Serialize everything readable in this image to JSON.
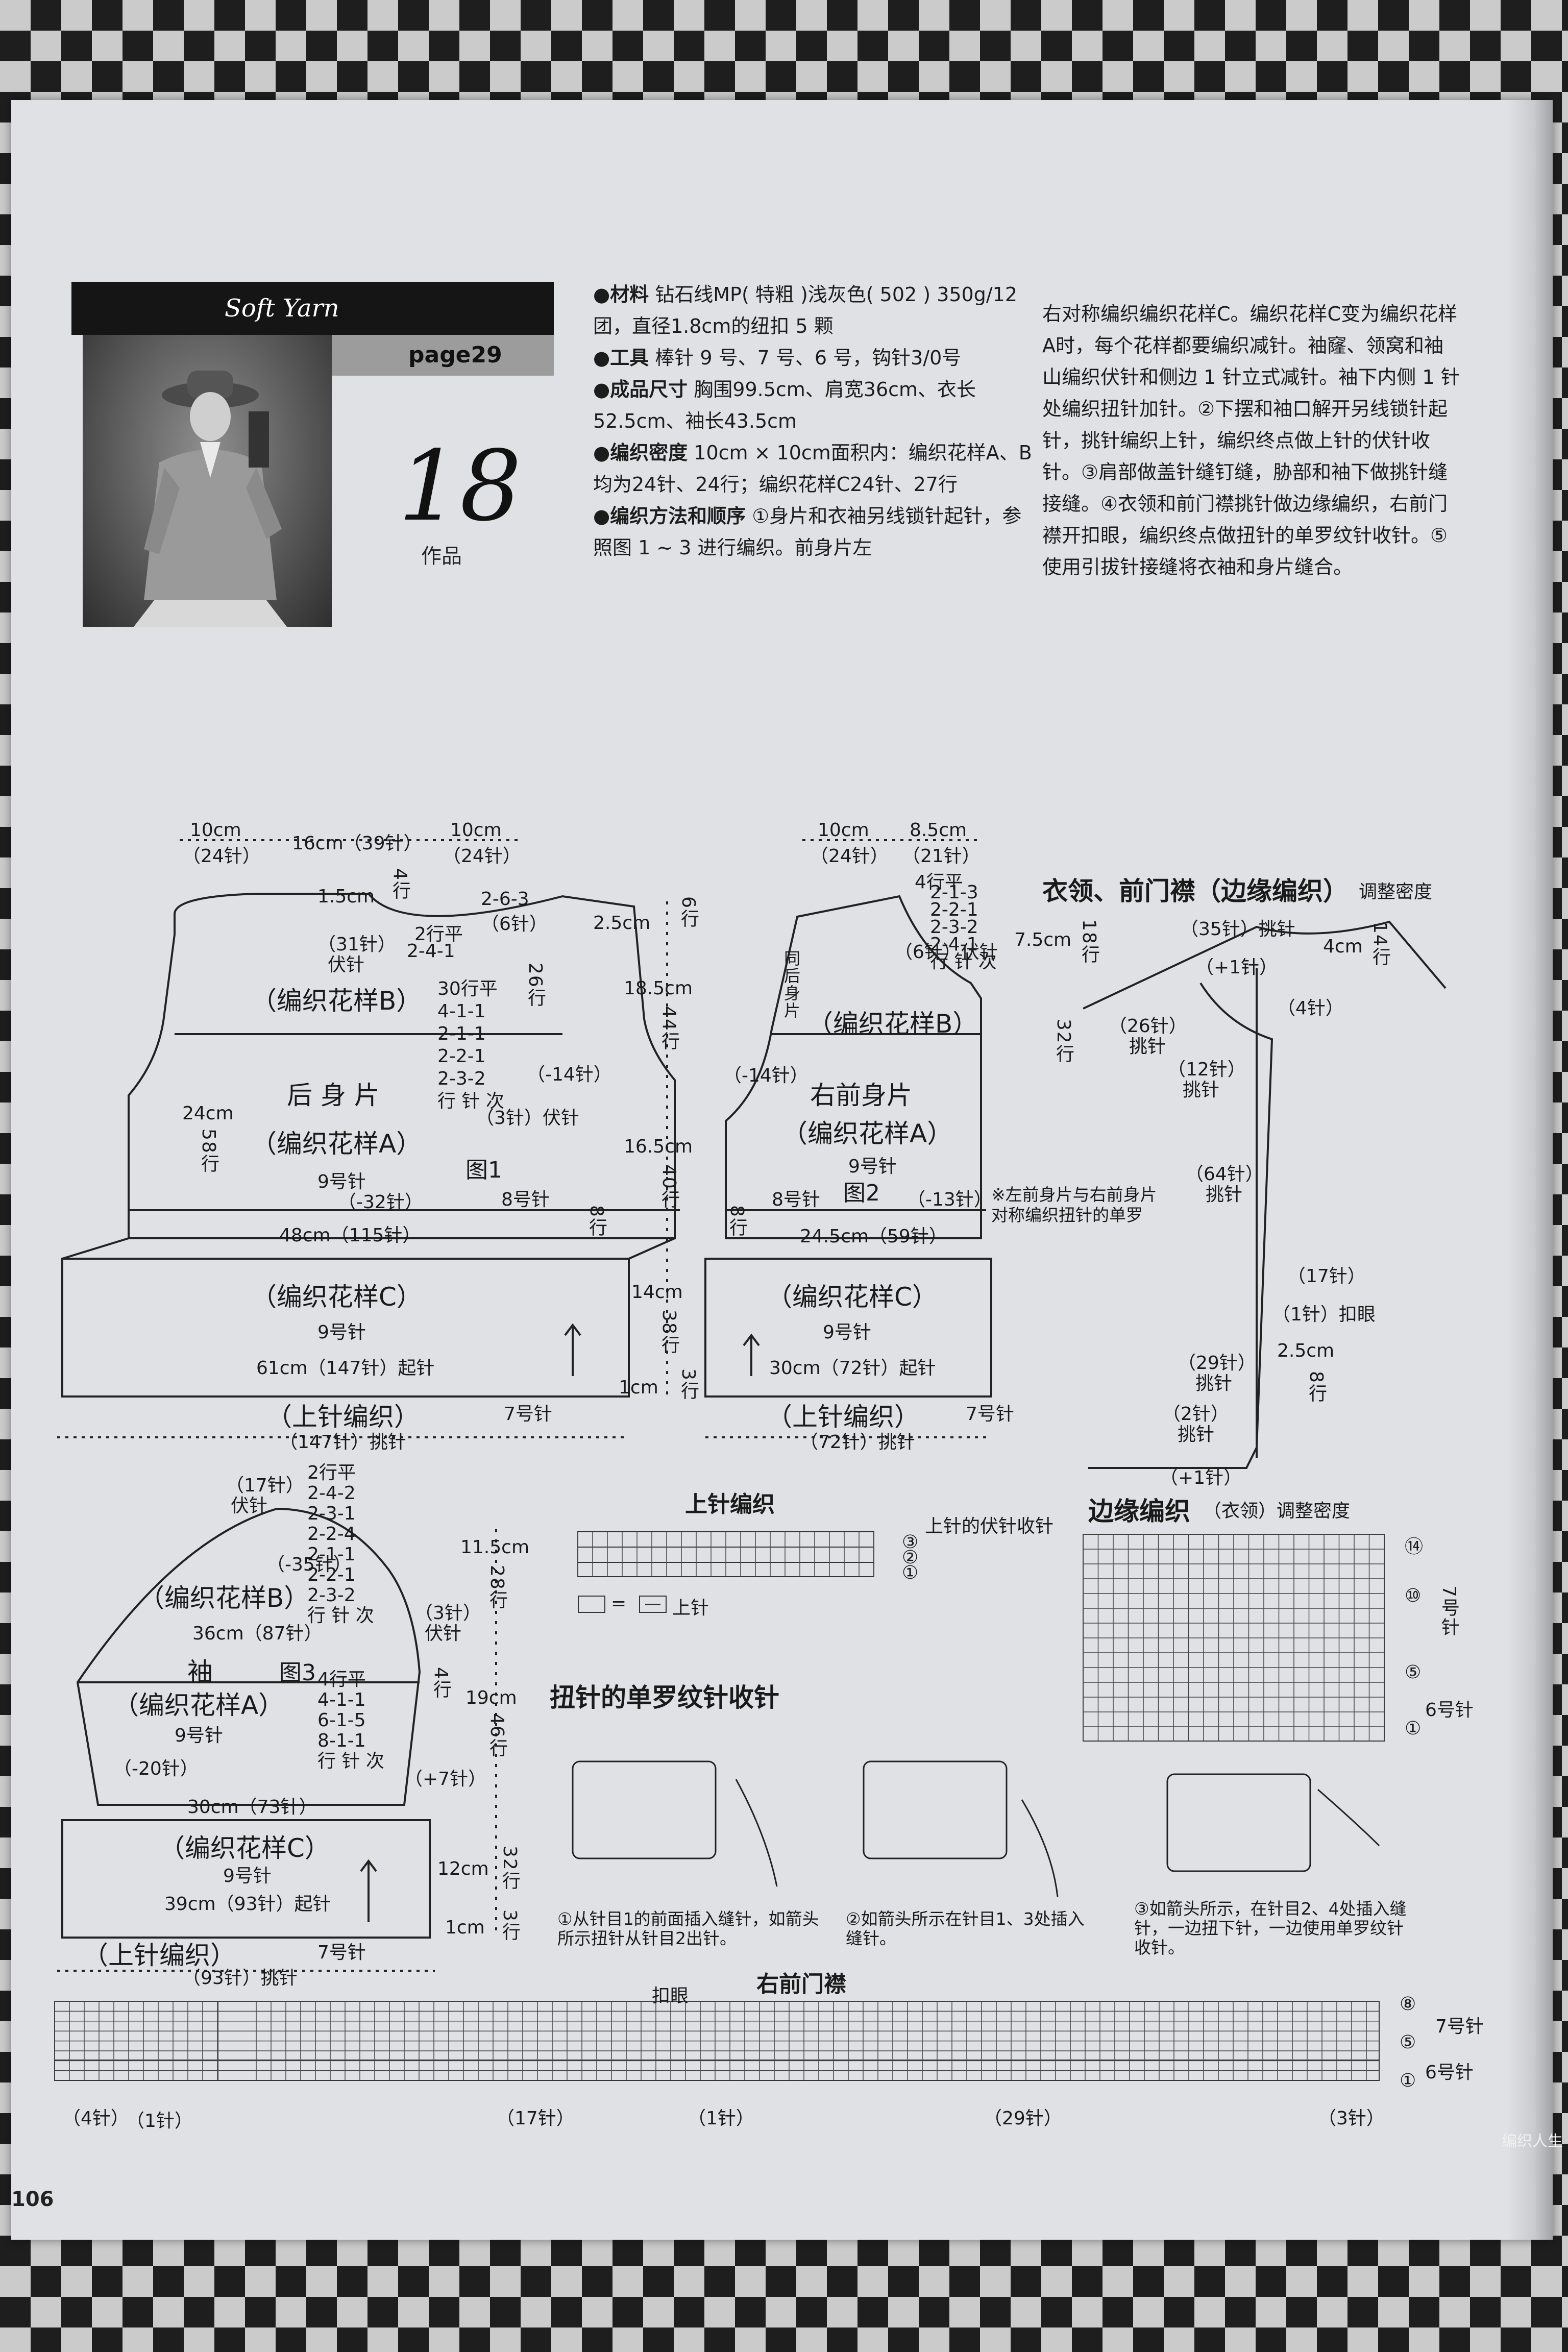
{
  "header": {
    "brand": "Soft Yarn",
    "page_ref": "page29",
    "work_number": "18",
    "work_label": "作品"
  },
  "instructions": {
    "materials_label": "●材料",
    "materials": "钻石线MP( 特粗 )浅灰色( 502 ) 350g/12团，直径1.8cm的纽扣 5 颗",
    "tools_label": "●工具",
    "tools": "棒针 9 号、7 号、6 号，钩针3/0号",
    "size_label": "●成品尺寸",
    "size": "胸围99.5cm、肩宽36cm、衣长52.5cm、袖长43.5cm",
    "gauge_label": "●编织密度",
    "gauge": "10cm × 10cm面积内：编织花样A、B均为24针、24行；编织花样C24针、27行",
    "method_label": "●编织方法和顺序",
    "method_1": "①身片和衣袖另线锁针起针，参照图 1 ~ 3 进行编织。前身片左",
    "method_2": "右对称编织编织花样C。编织花样C变为编织花样A时，每个花样都要编织减针。袖窿、领窝和袖山编织伏针和侧边 1 针立式减针。袖下内侧 1 针处编织扭针加针。②下摆和袖口解开另线锁针起针，挑针编织上针，编织终点做上针的伏针收针。③肩部做盖针缝钉缝，胁部和袖下做挑针缝接缝。④衣领和前门襟挑针做边缘编织，右前门襟开扣眼，编织终点做扭针的单罗纹针收针。⑤使用引拔针接缝将衣袖和身片缝合。"
  },
  "fig1": {
    "top_left": "10cm",
    "top_left_st": "（24针）",
    "top_mid": "16cm（39针）",
    "top_right": "10cm",
    "top_right_st": "（24针）",
    "neck_depth": "1.5cm",
    "neck_rows": "4行",
    "neck_bind": "（31针）",
    "neck_bind2": "伏针",
    "neck_dec_a": "2行平",
    "neck_dec_b": "2-4-1",
    "shoulder_a": "2-6-3",
    "shoulder_b": "（6针）",
    "shoulder_rows": "26行",
    "pattern_b": "（编织花样B）",
    "arm_dec": "30行平\n4-1-1\n2-1-1\n2-2-1\n2-3-2\n行 针 次",
    "arm_dec_st": "（-14针）",
    "arm_bind": "（3针）伏针",
    "title": "后 身 片",
    "pattern_a": "（编织花样A）",
    "needle9": "9号针",
    "fig_label": "图1",
    "side_h": "24cm",
    "side_rows": "58行",
    "dec32": "（-32针）",
    "needle8": "8号针",
    "rows8": "8行",
    "width48": "48cm（115针）",
    "pattern_c": "（编织花样C）",
    "needle9c": "9号针",
    "cast_on": "61cm（147针）起针",
    "purl": "（上针编织）",
    "needle7": "7号针",
    "pickup": "（147针）挑针"
  },
  "fig2": {
    "top_left": "10cm",
    "top_left_st": "（24针）",
    "top_right": "8.5cm",
    "top_right_st": "（21针）",
    "neck_rows": "4行平",
    "neck_dec": "2-1-3\n2-2-1\n2-3-2\n2-4-1\n行 针 次",
    "neck_bind": "（6针）伏针",
    "back_same": "同后身片",
    "pattern_b": "（编织花样B）",
    "arm_dec_st": "（-14针）",
    "title": "右前身片",
    "pattern_a": "（编织花样A）",
    "needle9": "9号针",
    "fig_label": "图2",
    "needle8": "8号针",
    "dec13": "（-13针）",
    "rows8": "8行",
    "width": "24.5cm（59针）",
    "pattern_c": "（编织花样C）",
    "needle9c": "9号针",
    "cast_on": "30cm（72针）起针",
    "purl": "（上针编织）",
    "needle7": "7号针",
    "pickup": "（72针）挑针"
  },
  "vert_scale": {
    "a": "2.5cm",
    "a_rows": "6行",
    "b": "18.5cm",
    "b_rows": "44行",
    "c": "16.5cm",
    "c_rows": "40行",
    "d": "14cm",
    "d_rows": "38行",
    "e": "1cm",
    "e_rows": "3行"
  },
  "collar": {
    "title": "衣领、前门襟",
    "subtitle": "（边缘编织）",
    "note_adj": "调整密度",
    "top_st": "（35针）挑针",
    "side_cm": "7.5cm",
    "side_rows": "18行",
    "plus1": "（+1针）",
    "neck_cm": "4cm",
    "neck_rows": "14行",
    "st4": "（4针）",
    "st26": "（26针）",
    "st26_b": "挑针",
    "st12": "（12针）",
    "st12_b": "挑针",
    "rows32": "32行",
    "note": "※左前身片与右前身片\n对称编织扭针的单罗",
    "st64": "（64针）",
    "st64_b": "挑针",
    "st17": "（17针）",
    "buttonhole": "（1针）扣眼",
    "st29": "（29针）",
    "st29_b": "挑针",
    "cm25": "2.5cm",
    "rows8": "8行",
    "st2": "（2针）",
    "st2_b": "挑针",
    "plus1_bottom": "（+1针）"
  },
  "purl_chart": {
    "title": "上针编织",
    "bind_note": "上针的伏针收针",
    "legend": "= ",
    "legend_label": "上针",
    "r3": "③",
    "r2": "②",
    "r1": "①"
  },
  "edge_chart": {
    "title": "边缘编织",
    "subtitle": "（衣领）调整密度",
    "r14": "⑭",
    "r10": "⑩",
    "r5": "⑤",
    "r1": "①",
    "needle7": "7号针",
    "needle6": "6号针"
  },
  "fig3": {
    "top_st": "（17针）",
    "top_st2": "伏针",
    "cap_dec": "2行平\n2-4-2\n2-3-1\n2-2-4\n2-1-1\n2-2-1\n2-3-2\n行 针 次",
    "cap_st": "（-35针）",
    "cap_cm": "11.5cm",
    "cap_rows": "28行",
    "pattern_b": "（编织花样B）",
    "st3": "（3针）",
    "st3b": "伏针",
    "rows4": "4行",
    "width36": "36cm（87针）",
    "title": "袖",
    "fig_label": "图3",
    "pattern_a": "（编织花样A）",
    "needle9": "9号针",
    "inc": "4行平\n4-1-1\n6-1-5\n8-1-1\n行 针 次",
    "inc_st": "（+7针）",
    "cm19": "19cm",
    "rows46": "46行",
    "dec20": "（-20针）",
    "width30": "30cm（73针）",
    "pattern_c": "（编织花样C）",
    "needle9c": "9号针",
    "cm12": "12cm",
    "rows32": "32行",
    "cast_on": "39cm（93针）起针",
    "cm1": "1cm",
    "rows3": "3行",
    "purl": "（上针编织）",
    "needle7": "7号针",
    "pickup": "（93针）挑针"
  },
  "twist_rib": {
    "title": "扭针的单罗纹针收针",
    "step1": "①从针目1的前面插入缝针，如箭头所示扭针从针目2出针。",
    "step2": "②如箭头所示在针目1、3处插入缝针。",
    "step3": "③如箭头所示，在针目2、4处插入缝针，一边扭下针，一边使用单罗纹针收针。"
  },
  "band_chart": {
    "title": "右前门襟",
    "buttonhole": "扣眼",
    "r8": "⑧",
    "r5": "⑤",
    "r1": "①",
    "needle7": "7号针",
    "needle6": "6号针",
    "st4": "（4针）",
    "st1a": "（1针）",
    "st17": "（17针）",
    "st1b": "（1针）",
    "st29": "（29针）",
    "st3": "（3针）"
  },
  "page_number": "106",
  "watermark": "编织人生"
}
